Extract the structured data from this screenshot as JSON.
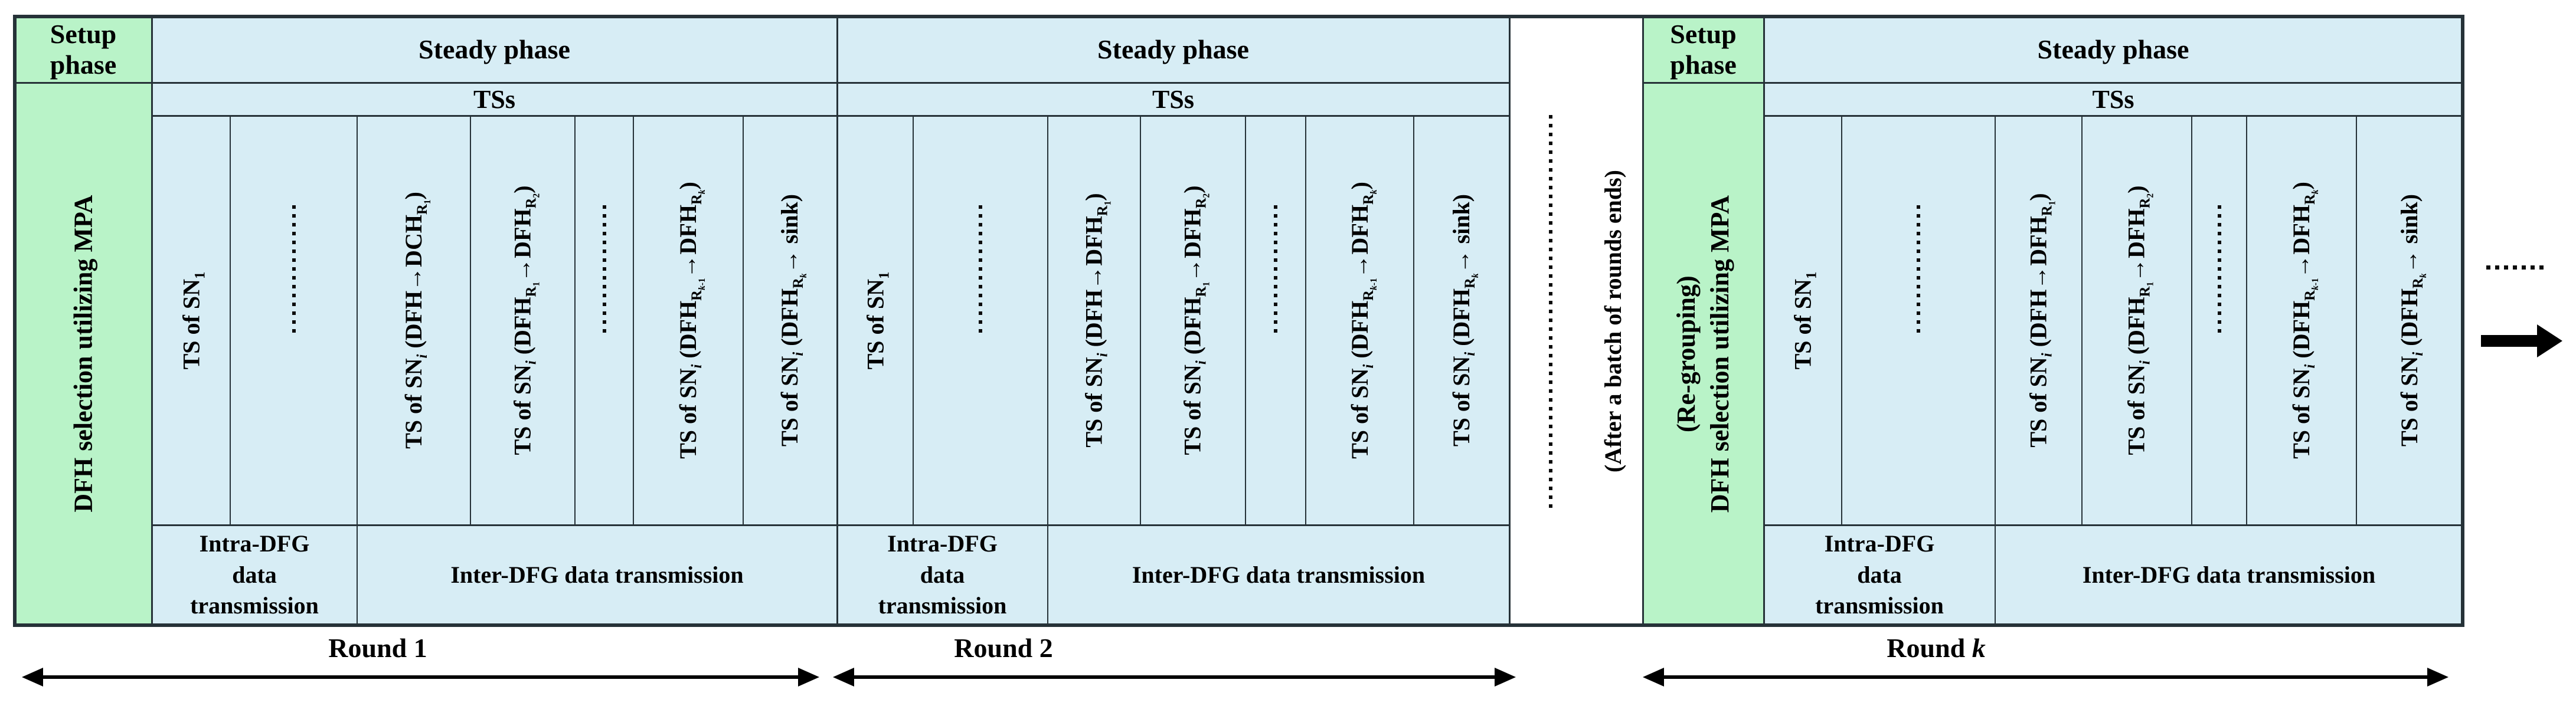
{
  "figure": {
    "setup_phase_1": {
      "header": "Setup\nphase",
      "body": "DFH selection utilizing MPA"
    },
    "setup_phase_2": {
      "header": "Setup\nphase",
      "body_line_1": "(Re-grouping)",
      "body_line_2": "DFH selection utilizing MPA"
    },
    "gap": {
      "label": "(After a batch of rounds ends)"
    },
    "phases": [
      {
        "header": "Steady phase",
        "ts_header": "TSs",
        "columns": [
          {
            "type": "text",
            "label": "TS of SN{1}"
          },
          {
            "type": "dots",
            "label": ""
          },
          {
            "type": "text",
            "label": "TS of SN{*i*} (DFH→DCH{R{1}})"
          },
          {
            "type": "text",
            "label": "TS of SN{*i*} (DFH{R{1}}→DFH{R{2}})"
          },
          {
            "type": "dots",
            "label": ""
          },
          {
            "type": "text",
            "label": "TS of SN{*i*} (DFH{R{*k*-1}}→DFH{R{*k*}})"
          },
          {
            "type": "text",
            "label": "TS of SN{*i*} (DFH{R{*k*}}→ sink)"
          }
        ],
        "intra": "Intra-DFG\ndata\ntransmission",
        "inter": "Inter-DFG data transmission"
      },
      {
        "header": "Steady phase",
        "ts_header": "TSs",
        "columns": [
          {
            "type": "text",
            "label": "TS of SN{1}"
          },
          {
            "type": "dots",
            "label": ""
          },
          {
            "type": "text",
            "label": "TS of SN{*i*} (DFH→DFH{R{1}})"
          },
          {
            "type": "text",
            "label": "TS of SN{*i*} (DFH{R{1}}→DFH{R{2}})"
          },
          {
            "type": "dots",
            "label": ""
          },
          {
            "type": "text",
            "label": "TS of SN{*i*} (DFH{R{*k*-1}}→DFH{R{*k*}})"
          },
          {
            "type": "text",
            "label": "TS of SN{*i*} (DFH{R{*k*}}→ sink)"
          }
        ],
        "intra": "Intra-DFG\ndata\ntransmission",
        "inter": "Inter-DFG data transmission"
      },
      {
        "header": "Steady phase",
        "ts_header": "TSs",
        "columns": [
          {
            "type": "text",
            "label": "TS of SN{1}"
          },
          {
            "type": "dots",
            "label": ""
          },
          {
            "type": "text",
            "label": "TS of SN{*i*} (DFH→DFH{R{1}})"
          },
          {
            "type": "text",
            "label": "TS of SN{*i*} (DFH{R{1}}→DFH{R{2}})"
          },
          {
            "type": "dots",
            "label": ""
          },
          {
            "type": "text",
            "label": "TS of SN{*i*} (DFH{R{*k*-1}}→DFH{R{*k*}})"
          },
          {
            "type": "text",
            "label": "TS of SN{*i*} (DFH{R{*k*}}→ sink)"
          }
        ],
        "intra": "Intra-DFG\ndata\ntransmission",
        "inter": "Inter-DFG data transmission"
      }
    ],
    "rounds": [
      {
        "label": "Round 1"
      },
      {
        "label": "Round 2"
      },
      {
        "label": "Round *k*"
      }
    ],
    "icons": {
      "continuation_dots": "ellipsis-horizontal",
      "direction_arrow": "arrow-right"
    },
    "colors": {
      "setup_green": "#b9f3c8",
      "steady_blue": "#d7edf5",
      "grid_line": "#263238",
      "text": "#000000",
      "background": "#ffffff"
    }
  }
}
